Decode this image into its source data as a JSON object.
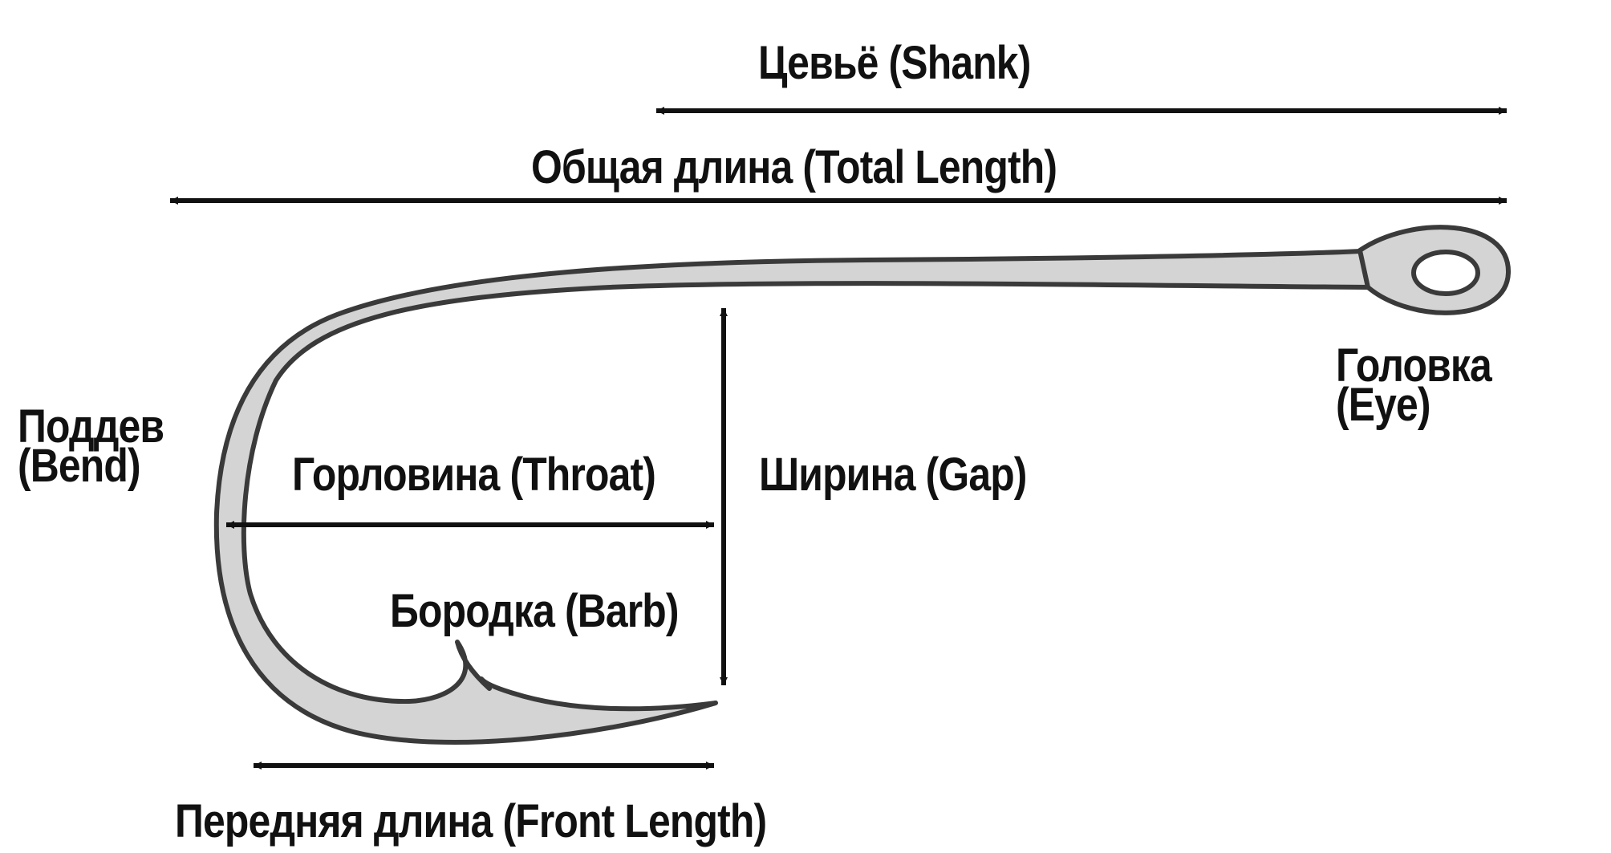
{
  "labels": {
    "shank": "Цевьё (Shank)",
    "total_length": "Общая длина (Total Length)",
    "eye_line1": "Головка",
    "eye_line2": "(Eye)",
    "bend_line1": "Поддев",
    "bend_line2": "(Bend)",
    "throat": "Горловина (Throat)",
    "gap": "Ширина (Gap)",
    "barb": "Бородка (Barb)",
    "front_length": "Передняя длина (Front Length)"
  },
  "colors": {
    "hook_fill": "#d4d4d4",
    "hook_outline": "#3a3a3a",
    "arrow": "#111111",
    "text": "#111111",
    "background": "#ffffff"
  }
}
